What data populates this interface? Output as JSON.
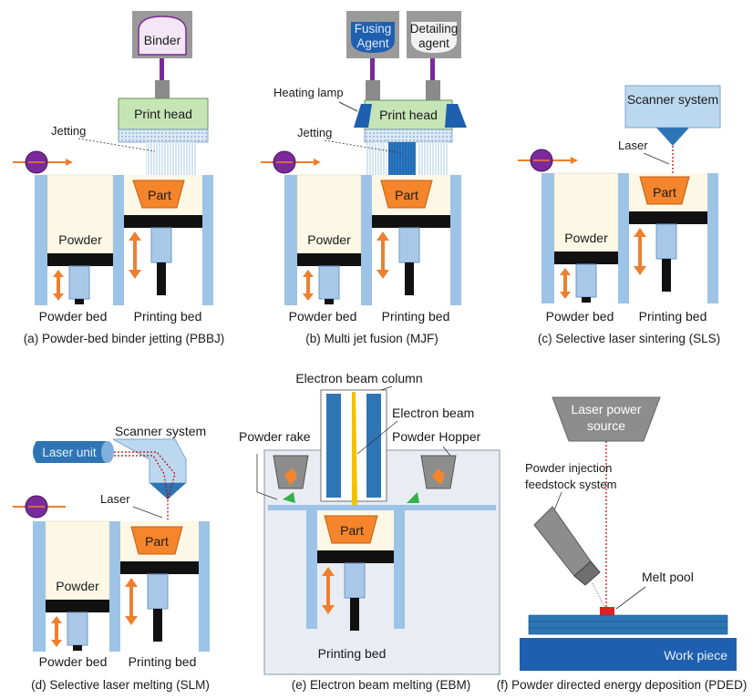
{
  "panels": {
    "a": {
      "caption": "(a) Powder-bed binder jetting (PBBJ)",
      "binder": "Binder",
      "print_head": "Print head",
      "jetting": "Jetting",
      "part": "Part",
      "powder": "Powder",
      "powder_bed": "Powder bed",
      "printing_bed": "Printing bed"
    },
    "b": {
      "caption": "(b) Multi jet fusion (MJF)",
      "fusing_agent_1": "Fusing",
      "fusing_agent_2": "Agent",
      "detailing_agent_1": "Detailing",
      "detailing_agent_2": "agent",
      "heating_lamp": "Heating lamp",
      "print_head": "Print head",
      "jetting": "Jetting",
      "part": "Part",
      "powder": "Powder",
      "powder_bed": "Powder bed",
      "printing_bed": "Printing bed"
    },
    "c": {
      "caption": "(c) Selective laser sintering (SLS)",
      "scanner": "Scanner system",
      "laser": "Laser",
      "part": "Part",
      "powder": "Powder",
      "powder_bed": "Powder bed",
      "printing_bed": "Printing bed"
    },
    "d": {
      "caption": "(d) Selective laser melting (SLM)",
      "laser_unit": "Laser unit",
      "scanner": "Scanner system",
      "laser": "Laser",
      "part": "Part",
      "powder": "Powder",
      "powder_bed": "Powder bed",
      "printing_bed": "Printing bed"
    },
    "e": {
      "caption": "(e) Electron beam melting (EBM)",
      "column": "Electron beam column",
      "beam": "Electron beam",
      "rake": "Powder rake",
      "hopper": "Powder Hopper",
      "part": "Part",
      "printing_bed": "Printing bed"
    },
    "f": {
      "caption": "(f) Powder directed energy deposition (PDED)",
      "source_1": "Laser power",
      "source_2": "source",
      "injection_1": "Powder injection",
      "injection_2": "feedstock system",
      "melt_pool": "Melt pool",
      "work_piece": "Work piece"
    }
  },
  "colors": {
    "wall": "#9dc3e6",
    "bed": "#111111",
    "part": "#f4852b",
    "powder": "#fdf8e6",
    "arrow": "#ef7f2d",
    "roller": "#7a2a9a",
    "head": "#c6e5b6",
    "gray_box": "#999999",
    "nozzle_blue": "#2e75b6",
    "dark_blue": "#1f5fb0"
  }
}
